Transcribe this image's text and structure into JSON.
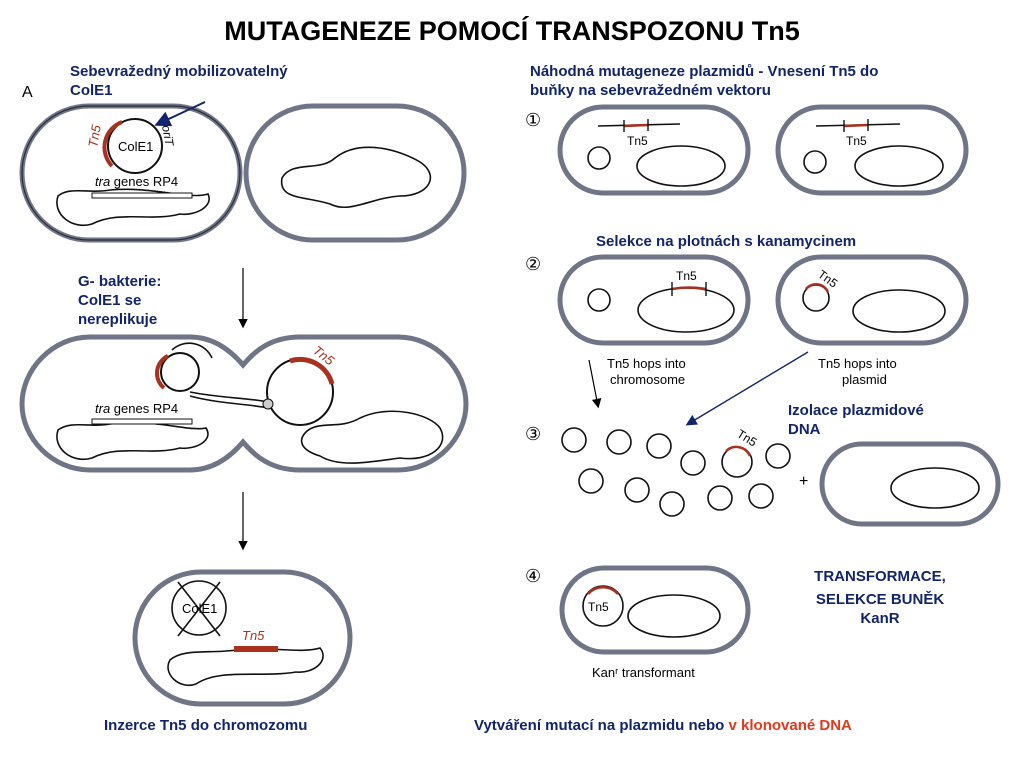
{
  "title": "MUTAGENEZE POMOCÍ TRANSPOZONU Tn5",
  "left": {
    "heading_line1": "Sebevražedný mobilizovatelný",
    "heading_line2": "ColE1",
    "panel_letter": "A",
    "cell1": {
      "tn5": "Tn5",
      "cole1": "ColE1",
      "orit": "oriT",
      "tra_italic": "tra",
      "tra_rest": " genes RP4"
    },
    "gminus_line1": "G- bakterie:",
    "gminus_line2": "ColE1 se",
    "gminus_line3": "nereplikuje",
    "cell2": {
      "tra_italic": "tra",
      "tra_rest": " genes RP4",
      "tn5": "Tn5"
    },
    "cell3": {
      "cole1": "ColE1",
      "tn5": "Tn5"
    },
    "bottom_caption": "Inzerce Tn5 do chromozomu"
  },
  "right": {
    "heading_line1": "Náhodná mutageneze plazmidů - Vnesení Tn5 do",
    "heading_line2": "buňky na sebevražedném vektoru",
    "step1": "①",
    "step2": "②",
    "step3": "③",
    "step4": "④",
    "tn5": "Tn5",
    "selection": "Selekce na plotnách s kanamycinem",
    "hop_chrom_line1": "Tn5 hops into",
    "hop_chrom_line2": "chromosome",
    "hop_plasmid_line1": "Tn5 hops into",
    "hop_plasmid_line2": "plasmid",
    "isolation_line1": "Izolace plazmidové",
    "isolation_line2": "DNA",
    "plus": "+",
    "transform_line1": "TRANSFORMACE,",
    "transform_line2": "SELEKCE BUNĚK",
    "transform_line3": "KanR",
    "kan_transformant": "Kanʳ transformant",
    "bottom_caption_a": "Vytváření mutací na plazmidu nebo ",
    "bottom_caption_b": "v klonované DNA"
  },
  "colors": {
    "title": "#000000",
    "label": "#12246b",
    "tn5_red": "#a8321e",
    "membrane": "#6f7587",
    "highlight": "#e03a1e"
  }
}
